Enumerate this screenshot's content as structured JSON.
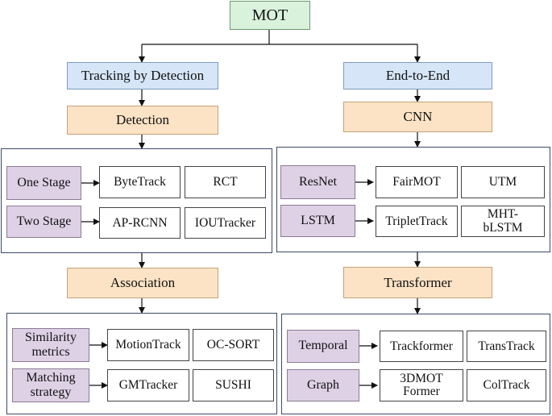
{
  "root": "MOT",
  "left": {
    "branch": "Tracking by Detection",
    "stage1": "Detection",
    "stage2": "Association",
    "rows1": [
      {
        "category": "One Stage",
        "methods": [
          "ByteTrack",
          "RCT"
        ]
      },
      {
        "category": "Two Stage",
        "methods": [
          "AP-RCNN",
          "IOUTracker"
        ]
      }
    ],
    "rows2": [
      {
        "category": "Similarity metrics",
        "methods": [
          "MotionTrack",
          "OC-SORT"
        ]
      },
      {
        "category": "Matching strategy",
        "methods": [
          "GMTracker",
          "SUSHI"
        ]
      }
    ]
  },
  "right": {
    "branch": "End-to-End",
    "stage1": "CNN",
    "stage2": "Transformer",
    "rows1": [
      {
        "category": "ResNet",
        "methods": [
          "FairMOT",
          "UTM"
        ]
      },
      {
        "category": "LSTM",
        "methods": [
          "TripletTrack",
          "MHT-bLSTM"
        ]
      }
    ],
    "rows2": [
      {
        "category": "Temporal",
        "methods": [
          "Trackformer",
          "TransTrack"
        ]
      },
      {
        "category": "Graph",
        "methods": [
          "3DMOT Former",
          "ColTrack"
        ]
      }
    ]
  },
  "colors": {
    "root": "#d9f2dc",
    "branch": "#d6e6f8",
    "stage": "#fce3c5",
    "category": "#ded1e6",
    "line": "#111111"
  }
}
